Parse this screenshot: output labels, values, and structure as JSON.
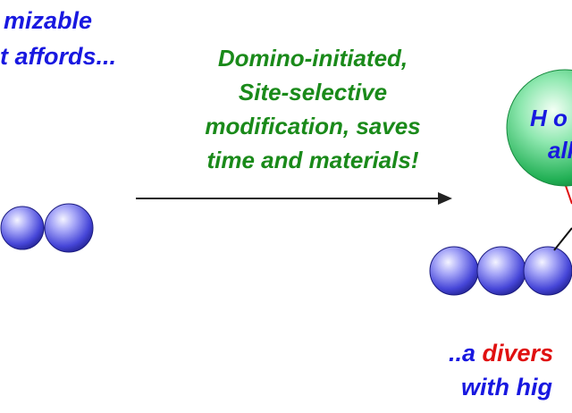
{
  "texts": {
    "top_left_line1": "mizable",
    "top_left_line2": "t affords...",
    "arrow_label": [
      "Domino-initiated,",
      "Site-selective",
      "modification, saves",
      "time and materials!"
    ],
    "bubble_line1": "H o",
    "bubble_line2": "alky",
    "bottom_line1_prefix": "..a ",
    "bottom_line1_highlight": "divers",
    "bottom_line2": "with hig"
  },
  "colors": {
    "blue_text": "#1818e0",
    "green_text": "#1a8a1a",
    "red_text": "#e01010",
    "sphere_fill": "#6a6af0",
    "bubble_fill": "#44d07a",
    "arrow": "#222222"
  }
}
